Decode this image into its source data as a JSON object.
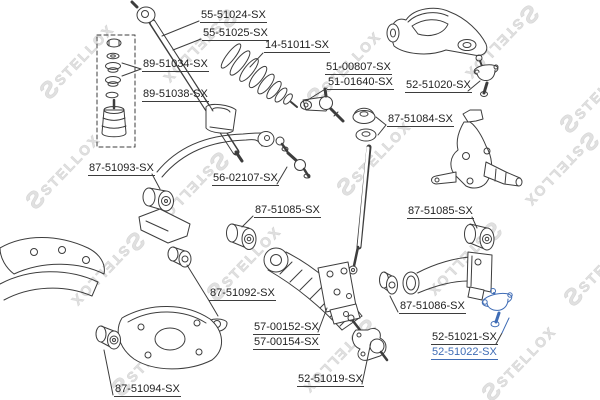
{
  "page": {
    "type": "suspension-parts-diagram",
    "brand": "STELLOX"
  },
  "colors": {
    "line": "#3d3d3d",
    "label": "#1f1f1f",
    "highlight": "#3f6cb5",
    "watermark": "#e0e0e0",
    "background": "#ffffff"
  },
  "watermark": {
    "logo_glyph": "S",
    "text": "STELLOX"
  },
  "labels": [
    {
      "part_number": "55-51024-SX",
      "highlighted": false
    },
    {
      "part_number": "55-51025-SX",
      "highlighted": false
    },
    {
      "part_number": "14-51011-SX",
      "highlighted": false
    },
    {
      "part_number": "89-51034-SX",
      "highlighted": false
    },
    {
      "part_number": "89-51038-SX",
      "highlighted": false
    },
    {
      "part_number": "51-00807-SX",
      "highlighted": false
    },
    {
      "part_number": "51-01640-SX",
      "highlighted": false
    },
    {
      "part_number": "52-51020-SX",
      "highlighted": false
    },
    {
      "part_number": "87-51084-SX",
      "highlighted": false
    },
    {
      "part_number": "87-51093-SX",
      "highlighted": false
    },
    {
      "part_number": "56-02107-SX",
      "highlighted": false
    },
    {
      "part_number": "87-51085-SX",
      "highlighted": false
    },
    {
      "part_number": "87-51085-SX",
      "highlighted": false
    },
    {
      "part_number": "87-51092-SX",
      "highlighted": false
    },
    {
      "part_number": "57-00152-SX",
      "highlighted": false
    },
    {
      "part_number": "57-00154-SX",
      "highlighted": false
    },
    {
      "part_number": "87-51086-SX",
      "highlighted": false
    },
    {
      "part_number": "52-51021-SX",
      "highlighted": false
    },
    {
      "part_number": "52-51022-SX",
      "highlighted": true
    },
    {
      "part_number": "87-51094-SX",
      "highlighted": false
    },
    {
      "part_number": "52-51019-SX",
      "highlighted": false
    }
  ]
}
